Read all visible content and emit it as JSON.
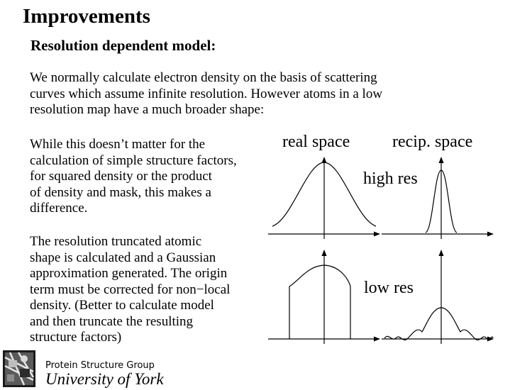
{
  "title": "Improvements",
  "subtitle": "Resolution dependent model:",
  "intro_lines": [
    "We normally calculate electron density on the basis of scattering",
    "curves which assume infinite resolution. However atoms in a low",
    "resolution map have a much broader shape:"
  ],
  "block1_lines": [
    "While this doesn’t matter for the",
    "calculation of simple structure factors,",
    "for squared density or the product",
    "of density and mask, this makes a",
    "difference."
  ],
  "block2_lines": [
    "The resolution truncated atomic",
    "shape is calculated and a Gaussian",
    "approximation generated. The origin",
    "term must be corrected for non−local",
    "density. (Better to calculate model",
    "and then truncate the resulting",
    "structure factors)"
  ],
  "figure": {
    "label_real": "real space",
    "label_recip": "recip. space",
    "label_high": "high res",
    "label_low": "low res"
  },
  "footer": {
    "group": "Protein Structure Group",
    "university": "University of York"
  },
  "icons": {
    "logo": "university-logo-icon"
  }
}
